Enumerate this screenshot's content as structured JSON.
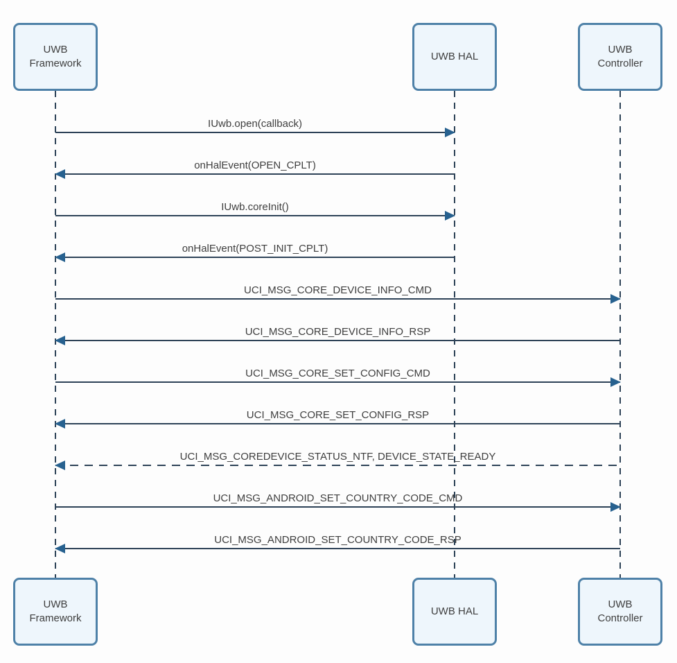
{
  "diagram": {
    "type": "sequence-diagram",
    "colors": {
      "background": "#fdfdfd",
      "box_fill": "#eef6fc",
      "box_border": "#4e81a8",
      "line": "#2d4257",
      "arrowhead": "#27618f",
      "text": "#3e3e3e"
    },
    "actors": [
      {
        "id": "uwb-framework",
        "label": "UWB Framework"
      },
      {
        "id": "uwb-hal",
        "label": "UWB HAL"
      },
      {
        "id": "uwb-controller",
        "label": "UWB Controller"
      }
    ],
    "messages": [
      {
        "label": "IUwb.open(callback)",
        "from": 0,
        "to": 1,
        "line": "solid"
      },
      {
        "label": "onHalEvent(OPEN_CPLT)",
        "from": 1,
        "to": 0,
        "line": "solid"
      },
      {
        "label": "IUwb.coreInit()",
        "from": 0,
        "to": 1,
        "line": "solid"
      },
      {
        "label": "onHalEvent(POST_INIT_CPLT)",
        "from": 1,
        "to": 0,
        "line": "solid"
      },
      {
        "label": "UCI_MSG_CORE_DEVICE_INFO_CMD",
        "from": 0,
        "to": 2,
        "line": "solid"
      },
      {
        "label": "UCI_MSG_CORE_DEVICE_INFO_RSP",
        "from": 2,
        "to": 0,
        "line": "solid"
      },
      {
        "label": "UCI_MSG_CORE_SET_CONFIG_CMD",
        "from": 0,
        "to": 2,
        "line": "solid"
      },
      {
        "label": "UCI_MSG_CORE_SET_CONFIG_RSP",
        "from": 2,
        "to": 0,
        "line": "solid"
      },
      {
        "label": "UCI_MSG_COREDEVICE_STATUS_NTF, DEVICE_STATE_READY",
        "from": 2,
        "to": 0,
        "line": "dashed"
      },
      {
        "label": "UCI_MSG_ANDROID_SET_COUNTRY_CODE_CMD",
        "from": 0,
        "to": 2,
        "line": "solid"
      },
      {
        "label": "UCI_MSG_ANDROID_SET_COUNTRY_CODE_RSP",
        "from": 2,
        "to": 0,
        "line": "solid"
      }
    ]
  }
}
